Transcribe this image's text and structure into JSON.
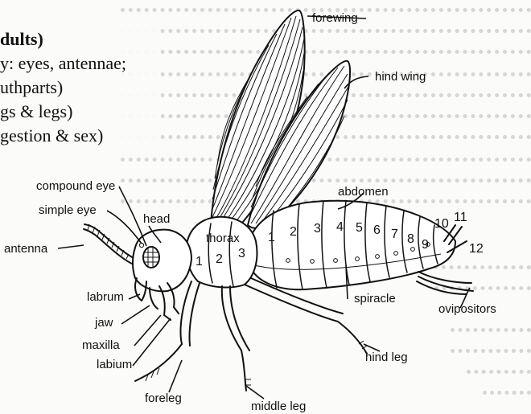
{
  "notes": [
    "dults)",
    "y: eyes, antennae;",
    "uthparts)",
    "gs & legs)",
    "gestion & sex)"
  ],
  "labels": {
    "forewing": "forewing",
    "hind_wing": "hind wing",
    "compound_eye": "compound eye",
    "simple_eye": "simple eye",
    "head": "head",
    "abdomen": "abdomen",
    "antenna": "antenna",
    "thorax": "thorax",
    "labrum": "labrum",
    "jaw": "jaw",
    "maxilla": "maxilla",
    "labium": "labium",
    "foreleg": "foreleg",
    "middle_leg": "middle leg",
    "hind_leg": "hind leg",
    "spiracle": "spiracle",
    "ovipositors": "ovipositors"
  },
  "thorax_segments": [
    "1",
    "2",
    "3"
  ],
  "abdomen_segments": [
    "1",
    "2",
    "3",
    "4",
    "5",
    "6",
    "7",
    "8",
    "9",
    "10",
    "11",
    "12"
  ],
  "colors": {
    "ink": "#111111",
    "paper": "#fbfbfa",
    "background_text": "#b9b9b9"
  }
}
